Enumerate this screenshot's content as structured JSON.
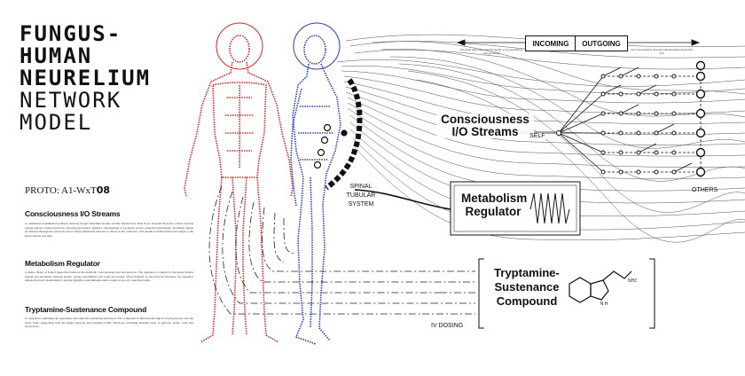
{
  "title": {
    "line1": "FUNGUS-",
    "line2": "HUMAN",
    "line3": "NEURELIUM",
    "line4": "NETWORK",
    "line5": "MODEL"
  },
  "proto": {
    "prefix": "PROTO: A1-WxT",
    "code": "08"
  },
  "sections": [
    {
      "heading": "Consciousness I/O Streams",
      "body": "A continuous transmission pathway between fungal neurelium strands and the human host. Data flows between the host's central nervous system and the external network, allowing perception, memory and intention to be shared across connected individuals. Incoming signals are filtered through the self node before being distributed outward to others in the collective. The stream is bidirectional and adapts to the host's state in real time."
    },
    {
      "heading": "Metabolism Regulator",
      "body": "A dense cluster of fungal tissue that balances the metabolic load between host and network. The regulator is coupled to the spinal tubular system and modulates nutrient uptake, energy expenditure and waste processing. When demand on the network increases, the regulator adjusts the host's metabolism to prevent depletion and maintain stable output across all connected nodes."
    },
    {
      "heading": "Tryptamine-Sustenance Compound",
      "body": "A compound combining the tryptamine and other life-sustaining substances. The compound is delivered through IV dosing directly into the host's body, supporting both the fungal network and essential bodily functions, including nutrients such as glucose, amino acids and electrolytes."
    }
  ],
  "legend": {
    "incoming": "INCOMING",
    "outgoing": "OUTGOING",
    "incoming_note": "data from other users and fed rapidly to be experienced and perceived",
    "outgoing_note": "own consciousness data and outbound impressions into web"
  },
  "labels": {
    "consciousness": "Consciousness I/O Streams",
    "self": "SELF",
    "others": "OTHERS",
    "spinal": "SPINAL TUBULAR SYSTEM",
    "metabolism": "Metabolism Regulator",
    "tryptamine": "Tryptamine-Sustenance Compound",
    "iv": "IV DOSING",
    "nh2": "NH2",
    "nh": "N H"
  },
  "colors": {
    "front_figure": "#d62828",
    "side_figure": "#2a3fbf",
    "ink": "#111111"
  }
}
